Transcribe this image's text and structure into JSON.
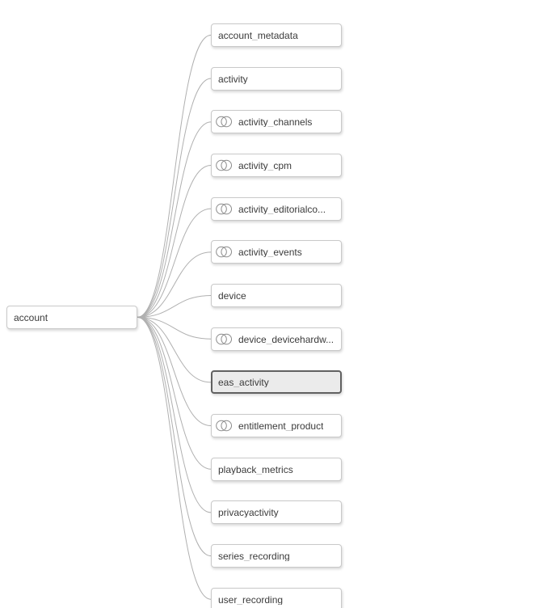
{
  "diagram": {
    "root": {
      "label": "account",
      "icon": false,
      "selected": false
    },
    "children": [
      {
        "label": "account_metadata",
        "icon": false,
        "selected": false
      },
      {
        "label": "activity",
        "icon": false,
        "selected": false
      },
      {
        "label": "activity_channels",
        "icon": true,
        "selected": false
      },
      {
        "label": "activity_cpm",
        "icon": true,
        "selected": false
      },
      {
        "label": "activity_editorialco...",
        "icon": true,
        "selected": false
      },
      {
        "label": "activity_events",
        "icon": true,
        "selected": false
      },
      {
        "label": "device",
        "icon": false,
        "selected": false
      },
      {
        "label": "device_devicehardw...",
        "icon": true,
        "selected": false
      },
      {
        "label": "eas_activity",
        "icon": false,
        "selected": true
      },
      {
        "label": "entitlement_product",
        "icon": true,
        "selected": false
      },
      {
        "label": "playback_metrics",
        "icon": false,
        "selected": false
      },
      {
        "label": "privacyactivity",
        "icon": false,
        "selected": false
      },
      {
        "label": "series_recording",
        "icon": false,
        "selected": false
      },
      {
        "label": "user_recording",
        "icon": false,
        "selected": false
      }
    ],
    "icon_name": "venn-overlap-icon",
    "colors": {
      "node_border": "#c9c9c9",
      "node_background": "#ffffff",
      "selected_border": "#616161",
      "selected_background": "#ebebeb",
      "link": "#b0b0b0",
      "text": "#3b3b3b",
      "icon_stroke": "#8a8a8a"
    }
  }
}
